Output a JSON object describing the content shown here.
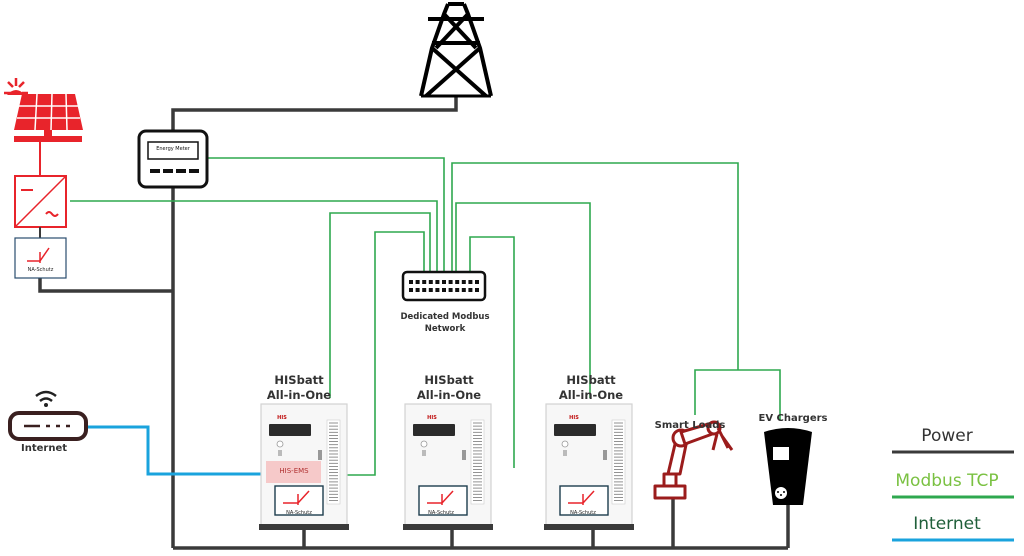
{
  "meter": {
    "label": "Energy Meter"
  },
  "na_schutz": {
    "label": "NA-Schutz"
  },
  "switch": {
    "label": "Dedicated Modbus Network"
  },
  "router": {
    "label": "Internet"
  },
  "batteries": [
    {
      "title": "HISbatt All-in-One",
      "logo": "HIS",
      "na_label": "NA-Schutz"
    },
    {
      "title": "HISbatt All-in-One",
      "logo": "HIS",
      "na_label": "NA-Schutz"
    },
    {
      "title": "HISbatt All-in-One",
      "logo": "HIS",
      "na_label": "NA-Schutz"
    }
  ],
  "ems": {
    "label": "HIS-EMS"
  },
  "smart_loads": {
    "label": "Smart Loads"
  },
  "ev_chargers": {
    "label": "EV Chargers"
  },
  "legend": {
    "power": "Power",
    "modbus": "Modbus TCP",
    "internet": "Internet"
  },
  "colors": {
    "power": "#3a3a3a",
    "modbus": "#2fa84f",
    "internet": "#1aa3dd",
    "solar": "#e8242b",
    "ems_fill": "#f6c9c9",
    "robot": "#9b1c1c"
  }
}
